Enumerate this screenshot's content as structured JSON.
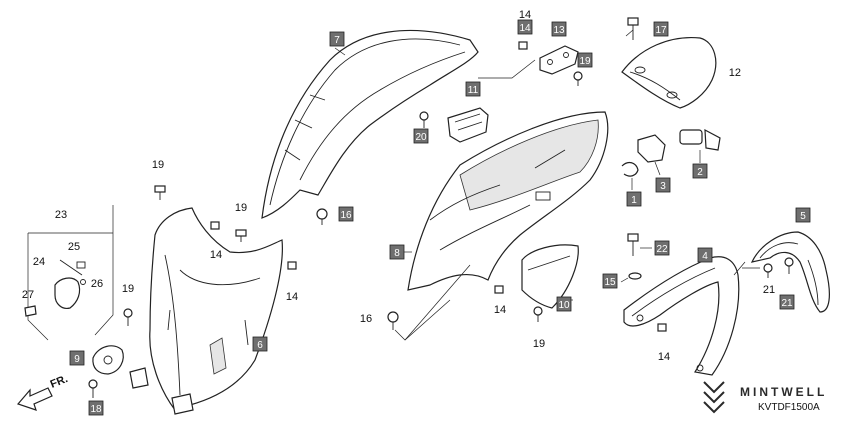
{
  "diagram": {
    "watermark": "MINTWELL",
    "code": "KVTDF1500A",
    "direction": "FR.",
    "colors": {
      "boxed_label_bg": "#6f6f6f",
      "line": "#222222"
    },
    "boxed_labels": [
      "7",
      "14",
      "13",
      "17",
      "19",
      "11",
      "20",
      "16",
      "8",
      "3",
      "2",
      "1",
      "5",
      "22",
      "4",
      "15",
      "10",
      "21",
      "6",
      "9",
      "18"
    ],
    "plain_labels": [
      "12",
      "19",
      "23",
      "25",
      "24",
      "26",
      "27",
      "14",
      "19",
      "14",
      "19",
      "16",
      "14",
      "19",
      "14",
      "21",
      "14"
    ]
  }
}
